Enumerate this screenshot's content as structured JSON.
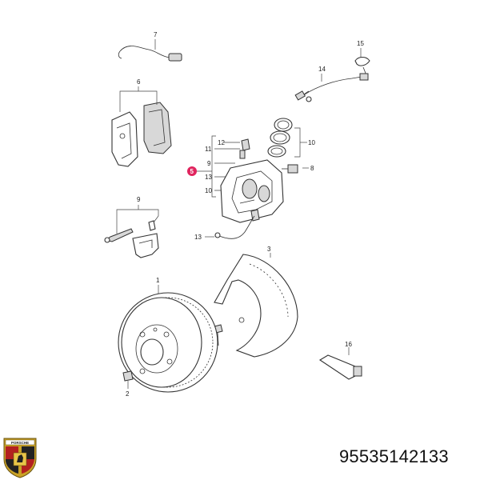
{
  "part_number": "95535142133",
  "highlight_color": "#e0245e",
  "callouts": {
    "c1": "1",
    "c2": "2",
    "c3": "3",
    "c5": "5",
    "c6": "6",
    "c7": "7",
    "c8": "8",
    "c9a": "9",
    "c9b": "9",
    "c10a": "10",
    "c10b": "10",
    "c11": "11",
    "c12": "12",
    "c13a": "13",
    "c13b": "13",
    "c14": "14",
    "c15": "15",
    "c16": "16"
  },
  "logo": {
    "brand_text": "PORSCHE"
  }
}
